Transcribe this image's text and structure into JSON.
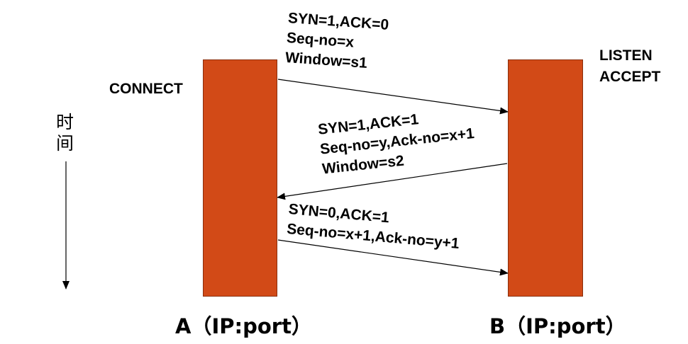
{
  "left_state": "CONNECT",
  "right_state": [
    "LISTEN",
    "ACCEPT"
  ],
  "time_axis_label": [
    "时",
    "间"
  ],
  "endpoint_a": "A（IP:port）",
  "endpoint_b": "B（IP:port）",
  "messages": [
    {
      "direction": "A-to-B",
      "lines": [
        "SYN=1,ACK=0",
        "Seq-no=x",
        "Window=s1"
      ]
    },
    {
      "direction": "B-to-A",
      "lines": [
        "SYN=1,ACK=1",
        "Seq-no=y,Ack-no=x+1",
        "Window=s2"
      ]
    },
    {
      "direction": "A-to-B",
      "lines": [
        "SYN=0,ACK=1",
        "Seq-no=x+1,Ack-no=y+1"
      ]
    }
  ],
  "colors": {
    "bar_fill": "#d24a17",
    "bar_border": "#8a2e0c",
    "text": "#000000"
  }
}
